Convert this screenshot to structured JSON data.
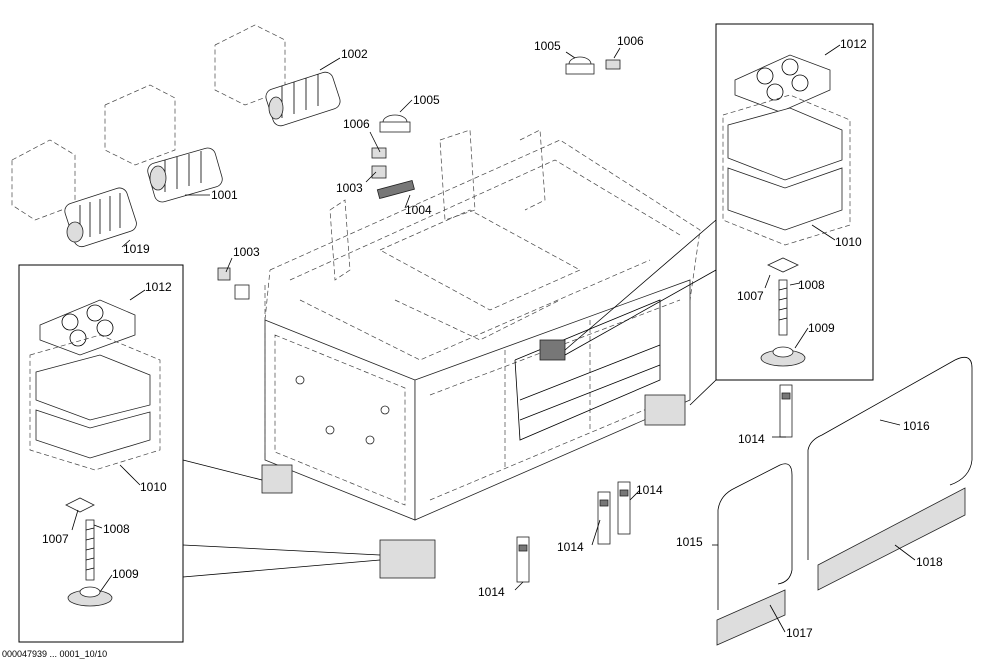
{
  "labels": {
    "p1001": "1001",
    "p1002": "1002",
    "p1003a": "1003",
    "p1003b": "1003",
    "p1004": "1004",
    "p1005a": "1005",
    "p1005b": "1005",
    "p1006a": "1006",
    "p1006b": "1006",
    "p1007a": "1007",
    "p1007b": "1007",
    "p1008a": "1008",
    "p1008b": "1008",
    "p1009a": "1009",
    "p1009b": "1009",
    "p1010a": "1010",
    "p1010b": "1010",
    "p1012a": "1012",
    "p1012b": "1012",
    "p1014a": "1014",
    "p1014b": "1014",
    "p1014c": "1014",
    "p1014d": "1014",
    "p1015": "1015",
    "p1016": "1016",
    "p1017": "1017",
    "p1018": "1018",
    "p1019": "1019"
  },
  "footer": "000047939 ... 0001_10/10"
}
